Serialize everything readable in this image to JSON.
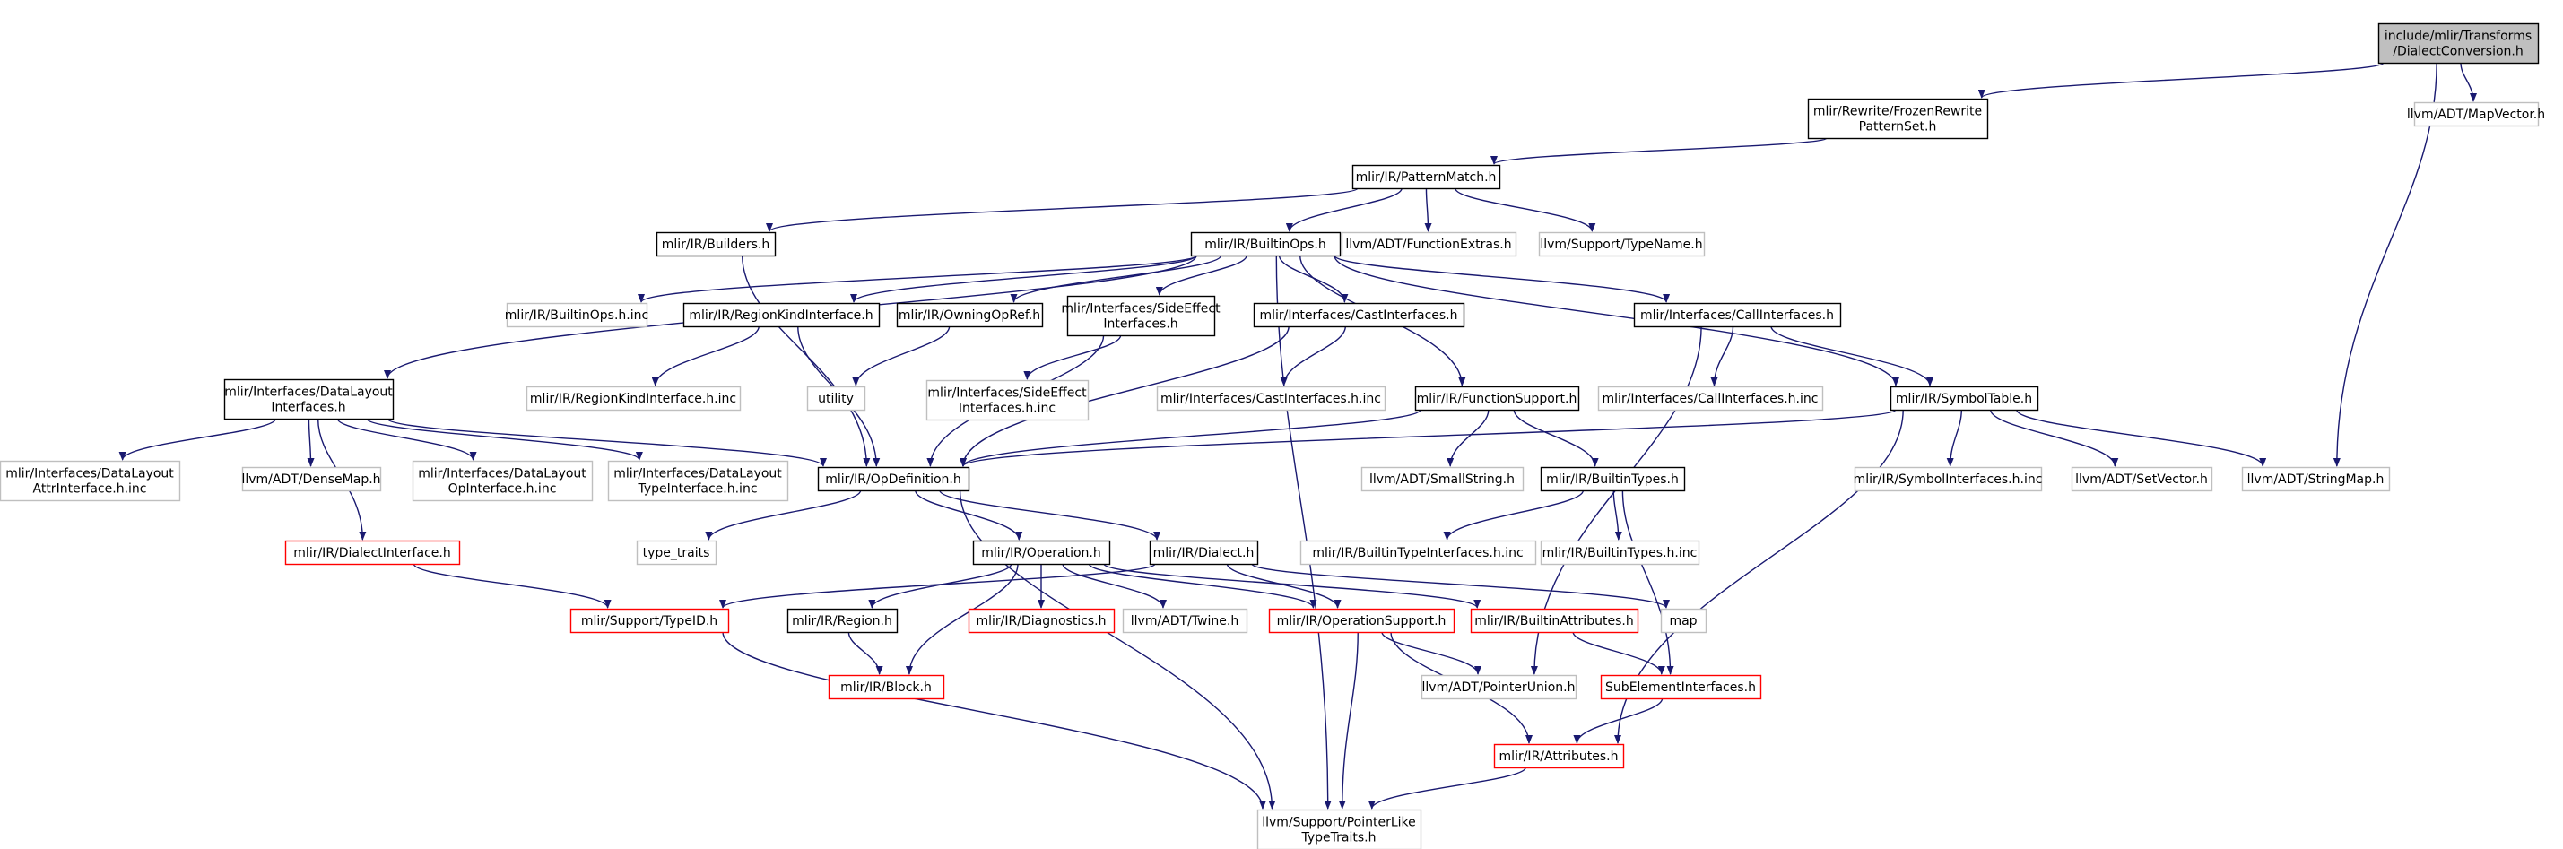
{
  "colors": {
    "edge": "#191970",
    "border_black": "#000000",
    "border_red": "#ff0000",
    "border_gray": "#bfbfbf",
    "root_fill": "#bfbfbf",
    "fill": "#ffffff"
  },
  "nodes": [
    {
      "id": "root",
      "lines": [
        "include/mlir/Transforms",
        "/DialectConversion.h"
      ],
      "style": "root"
    },
    {
      "id": "frozen",
      "lines": [
        "mlir/Rewrite/FrozenRewrite",
        "PatternSet.h"
      ],
      "style": "black"
    },
    {
      "id": "mapvector",
      "lines": [
        "llvm/ADT/MapVector.h"
      ],
      "style": "gray"
    },
    {
      "id": "patternmatch",
      "lines": [
        "mlir/IR/PatternMatch.h"
      ],
      "style": "black"
    },
    {
      "id": "builders",
      "lines": [
        "mlir/IR/Builders.h"
      ],
      "style": "black"
    },
    {
      "id": "builtinops",
      "lines": [
        "mlir/IR/BuiltinOps.h"
      ],
      "style": "black"
    },
    {
      "id": "funcextras",
      "lines": [
        "llvm/ADT/FunctionExtras.h"
      ],
      "style": "gray"
    },
    {
      "id": "typename",
      "lines": [
        "llvm/Support/TypeName.h"
      ],
      "style": "gray"
    },
    {
      "id": "builtinopsinc",
      "lines": [
        "mlir/IR/BuiltinOps.h.inc"
      ],
      "style": "gray"
    },
    {
      "id": "regionkind",
      "lines": [
        "mlir/IR/RegionKindInterface.h"
      ],
      "style": "black"
    },
    {
      "id": "owningopref",
      "lines": [
        "mlir/IR/OwningOpRef.h"
      ],
      "style": "black"
    },
    {
      "id": "sideeffect",
      "lines": [
        "mlir/Interfaces/SideEffect",
        "Interfaces.h"
      ],
      "style": "black"
    },
    {
      "id": "castif",
      "lines": [
        "mlir/Interfaces/CastInterfaces.h"
      ],
      "style": "black"
    },
    {
      "id": "callif",
      "lines": [
        "mlir/Interfaces/CallInterfaces.h"
      ],
      "style": "black"
    },
    {
      "id": "datalayout",
      "lines": [
        "mlir/Interfaces/DataLayout",
        "Interfaces.h"
      ],
      "style": "black"
    },
    {
      "id": "regionkindinc",
      "lines": [
        "mlir/IR/RegionKindInterface.h.inc"
      ],
      "style": "gray"
    },
    {
      "id": "utility",
      "lines": [
        "utility"
      ],
      "style": "gray"
    },
    {
      "id": "sideeffectinc",
      "lines": [
        "mlir/Interfaces/SideEffect",
        "Interfaces.h.inc"
      ],
      "style": "gray"
    },
    {
      "id": "castifinc",
      "lines": [
        "mlir/Interfaces/CastInterfaces.h.inc"
      ],
      "style": "gray"
    },
    {
      "id": "funcsupport",
      "lines": [
        "mlir/IR/FunctionSupport.h"
      ],
      "style": "black"
    },
    {
      "id": "callifinc",
      "lines": [
        "mlir/Interfaces/CallInterfaces.h.inc"
      ],
      "style": "gray"
    },
    {
      "id": "symboltable",
      "lines": [
        "mlir/IR/SymbolTable.h"
      ],
      "style": "black"
    },
    {
      "id": "dlattrinc",
      "lines": [
        "mlir/Interfaces/DataLayout",
        "AttrInterface.h.inc"
      ],
      "style": "gray"
    },
    {
      "id": "densemap",
      "lines": [
        "llvm/ADT/DenseMap.h"
      ],
      "style": "gray"
    },
    {
      "id": "dlopinc",
      "lines": [
        "mlir/Interfaces/DataLayout",
        "OpInterface.h.inc"
      ],
      "style": "gray"
    },
    {
      "id": "dltypeinc",
      "lines": [
        "mlir/Interfaces/DataLayout",
        "TypeInterface.h.inc"
      ],
      "style": "gray"
    },
    {
      "id": "opdef",
      "lines": [
        "mlir/IR/OpDefinition.h"
      ],
      "style": "black"
    },
    {
      "id": "smallstring",
      "lines": [
        "llvm/ADT/SmallString.h"
      ],
      "style": "gray"
    },
    {
      "id": "builtintypes",
      "lines": [
        "mlir/IR/BuiltinTypes.h"
      ],
      "style": "black"
    },
    {
      "id": "symbolifinc",
      "lines": [
        "mlir/IR/SymbolInterfaces.h.inc"
      ],
      "style": "gray"
    },
    {
      "id": "setvector",
      "lines": [
        "llvm/ADT/SetVector.h"
      ],
      "style": "gray"
    },
    {
      "id": "stringmap",
      "lines": [
        "llvm/ADT/StringMap.h"
      ],
      "style": "gray"
    },
    {
      "id": "dialectif",
      "lines": [
        "mlir/IR/DialectInterface.h"
      ],
      "style": "red"
    },
    {
      "id": "typetraits",
      "lines": [
        "type_traits"
      ],
      "style": "gray"
    },
    {
      "id": "operation",
      "lines": [
        "mlir/IR/Operation.h"
      ],
      "style": "black"
    },
    {
      "id": "dialect",
      "lines": [
        "mlir/IR/Dialect.h"
      ],
      "style": "black"
    },
    {
      "id": "builtintypeifinc",
      "lines": [
        "mlir/IR/BuiltinTypeInterfaces.h.inc"
      ],
      "style": "gray"
    },
    {
      "id": "builtintypesinc",
      "lines": [
        "mlir/IR/BuiltinTypes.h.inc"
      ],
      "style": "gray"
    },
    {
      "id": "typeid",
      "lines": [
        "mlir/Support/TypeID.h"
      ],
      "style": "red"
    },
    {
      "id": "region",
      "lines": [
        "mlir/IR/Region.h"
      ],
      "style": "black"
    },
    {
      "id": "diagnostics",
      "lines": [
        "mlir/IR/Diagnostics.h"
      ],
      "style": "red"
    },
    {
      "id": "twine",
      "lines": [
        "llvm/ADT/Twine.h"
      ],
      "style": "gray"
    },
    {
      "id": "opsupport",
      "lines": [
        "mlir/IR/OperationSupport.h"
      ],
      "style": "red"
    },
    {
      "id": "builtinattrs",
      "lines": [
        "mlir/IR/BuiltinAttributes.h"
      ],
      "style": "red"
    },
    {
      "id": "map",
      "lines": [
        "map"
      ],
      "style": "gray"
    },
    {
      "id": "block",
      "lines": [
        "mlir/IR/Block.h"
      ],
      "style": "red"
    },
    {
      "id": "pointerunion",
      "lines": [
        "llvm/ADT/PointerUnion.h"
      ],
      "style": "gray"
    },
    {
      "id": "subelement",
      "lines": [
        "SubElementInterfaces.h"
      ],
      "style": "red"
    },
    {
      "id": "attributes",
      "lines": [
        "mlir/IR/Attributes.h"
      ],
      "style": "red"
    },
    {
      "id": "pointerlike",
      "lines": [
        "llvm/Support/PointerLike",
        "TypeTraits.h"
      ],
      "style": "gray"
    }
  ],
  "edges": [
    [
      "root",
      "frozen"
    ],
    [
      "root",
      "mapvector"
    ],
    [
      "root",
      "stringmap"
    ],
    [
      "frozen",
      "patternmatch"
    ],
    [
      "patternmatch",
      "builders"
    ],
    [
      "patternmatch",
      "builtinops"
    ],
    [
      "patternmatch",
      "funcextras"
    ],
    [
      "patternmatch",
      "typename"
    ],
    [
      "builders",
      "opdef"
    ],
    [
      "builtinops",
      "builtinopsinc"
    ],
    [
      "builtinops",
      "regionkind"
    ],
    [
      "builtinops",
      "owningopref"
    ],
    [
      "builtinops",
      "sideeffect"
    ],
    [
      "builtinops",
      "castif"
    ],
    [
      "builtinops",
      "callif"
    ],
    [
      "builtinops",
      "datalayout"
    ],
    [
      "builtinops",
      "funcsupport"
    ],
    [
      "builtinops",
      "symboltable"
    ],
    [
      "builtinops",
      "pointerlike"
    ],
    [
      "regionkind",
      "regionkindinc"
    ],
    [
      "regionkind",
      "opdef"
    ],
    [
      "owningopref",
      "utility"
    ],
    [
      "sideeffect",
      "sideeffectinc"
    ],
    [
      "sideeffect",
      "opdef"
    ],
    [
      "castif",
      "castifinc"
    ],
    [
      "castif",
      "opdef"
    ],
    [
      "callif",
      "callifinc"
    ],
    [
      "callif",
      "symboltable"
    ],
    [
      "callif",
      "pointerunion"
    ],
    [
      "datalayout",
      "dlattrinc"
    ],
    [
      "datalayout",
      "densemap"
    ],
    [
      "datalayout",
      "dlopinc"
    ],
    [
      "datalayout",
      "dltypeinc"
    ],
    [
      "datalayout",
      "opdef"
    ],
    [
      "datalayout",
      "dialectif"
    ],
    [
      "funcsupport",
      "opdef"
    ],
    [
      "funcsupport",
      "smallstring"
    ],
    [
      "funcsupport",
      "builtintypes"
    ],
    [
      "symboltable",
      "opdef"
    ],
    [
      "symboltable",
      "symbolifinc"
    ],
    [
      "symboltable",
      "setvector"
    ],
    [
      "symboltable",
      "stringmap"
    ],
    [
      "symboltable",
      "attributes"
    ],
    [
      "opdef",
      "typetraits"
    ],
    [
      "opdef",
      "operation"
    ],
    [
      "opdef",
      "dialect"
    ],
    [
      "opdef",
      "pointerlike"
    ],
    [
      "builtintypes",
      "builtintypeifinc"
    ],
    [
      "builtintypes",
      "builtintypesinc"
    ],
    [
      "builtintypes",
      "subelement"
    ],
    [
      "dialectif",
      "typeid"
    ],
    [
      "operation",
      "region"
    ],
    [
      "operation",
      "diagnostics"
    ],
    [
      "operation",
      "twine"
    ],
    [
      "operation",
      "opsupport"
    ],
    [
      "operation",
      "builtinattrs"
    ],
    [
      "operation",
      "block"
    ],
    [
      "dialect",
      "opsupport"
    ],
    [
      "dialect",
      "map"
    ],
    [
      "dialect",
      "typeid"
    ],
    [
      "region",
      "block"
    ],
    [
      "opsupport",
      "pointerunion"
    ],
    [
      "opsupport",
      "attributes"
    ],
    [
      "opsupport",
      "pointerlike"
    ],
    [
      "builtinattrs",
      "subelement"
    ],
    [
      "typeid",
      "pointerlike"
    ],
    [
      "subelement",
      "attributes"
    ],
    [
      "attributes",
      "pointerlike"
    ]
  ]
}
